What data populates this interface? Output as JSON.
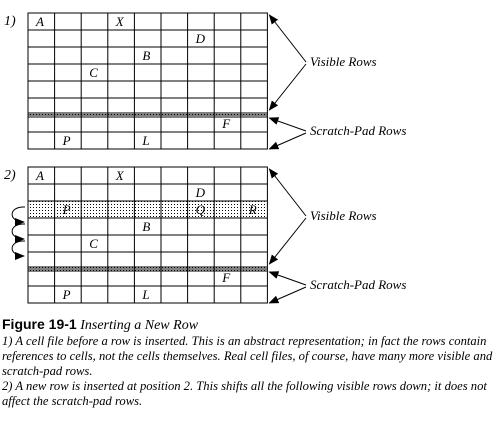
{
  "panels": [
    {
      "number": "1)",
      "cells": [
        {
          "row": 0,
          "col": 0,
          "text": "A"
        },
        {
          "row": 0,
          "col": 3,
          "text": "X"
        },
        {
          "row": 1,
          "col": 6,
          "text": "D"
        },
        {
          "row": 2,
          "col": 4,
          "text": "B"
        },
        {
          "row": 3,
          "col": 2,
          "text": "C"
        },
        {
          "row": 6,
          "col": 7,
          "text": "F"
        },
        {
          "row": 7,
          "col": 1,
          "text": "P"
        },
        {
          "row": 7,
          "col": 4,
          "text": "L"
        }
      ],
      "inserted_row": null,
      "shift_arrows": false
    },
    {
      "number": "2)",
      "cells": [
        {
          "row": 0,
          "col": 0,
          "text": "A"
        },
        {
          "row": 0,
          "col": 3,
          "text": "X"
        },
        {
          "row": 1,
          "col": 6,
          "text": "D"
        },
        {
          "row": 2,
          "col": 1,
          "text": "P"
        },
        {
          "row": 2,
          "col": 6,
          "text": "Q"
        },
        {
          "row": 2,
          "col": 8,
          "text": "R"
        },
        {
          "row": 3,
          "col": 4,
          "text": "B"
        },
        {
          "row": 4,
          "col": 2,
          "text": "C"
        },
        {
          "row": 6,
          "col": 7,
          "text": "F"
        },
        {
          "row": 7,
          "col": 1,
          "text": "P"
        },
        {
          "row": 7,
          "col": 4,
          "text": "L"
        }
      ],
      "inserted_row": 2,
      "shift_arrows": true
    }
  ],
  "labels": {
    "visible_rows": "Visible Rows",
    "scratch_pad_rows": "Scratch-Pad Rows"
  },
  "caption": {
    "figure_label": "Figure 19-1",
    "figure_title": "Inserting a New Row",
    "paragraph1": "1) A cell file before a row is inserted. This is an abstract representation; in fact the rows contain references to cells, not the cells themselves. Real cell files, of course, have many more visible and scratch-pad rows.",
    "paragraph2": "2) A new row is inserted at position 2. This shifts all the following visible rows down; it does not affect the scratch-pad rows."
  }
}
